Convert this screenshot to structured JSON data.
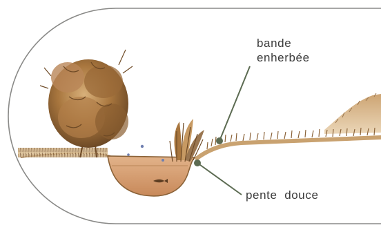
{
  "colors": {
    "frame": "#8a8a88",
    "leader": "#5c6b52",
    "text": "#3a3a3a",
    "vegetation_dark": "#7a5632",
    "vegetation_light": "#c79a63",
    "water": "#d9a77a",
    "ground_line": "#9a7650",
    "dots": "#6f7fb0"
  },
  "labels": {
    "grass_strip": {
      "line1": "bande",
      "line2": "enherbée"
    },
    "gentle_slope": {
      "text": "pente  douce"
    }
  },
  "icons": {
    "tree": "bush-shrub",
    "reeds": "reed-clump",
    "slope_marker": "leader-dot"
  }
}
